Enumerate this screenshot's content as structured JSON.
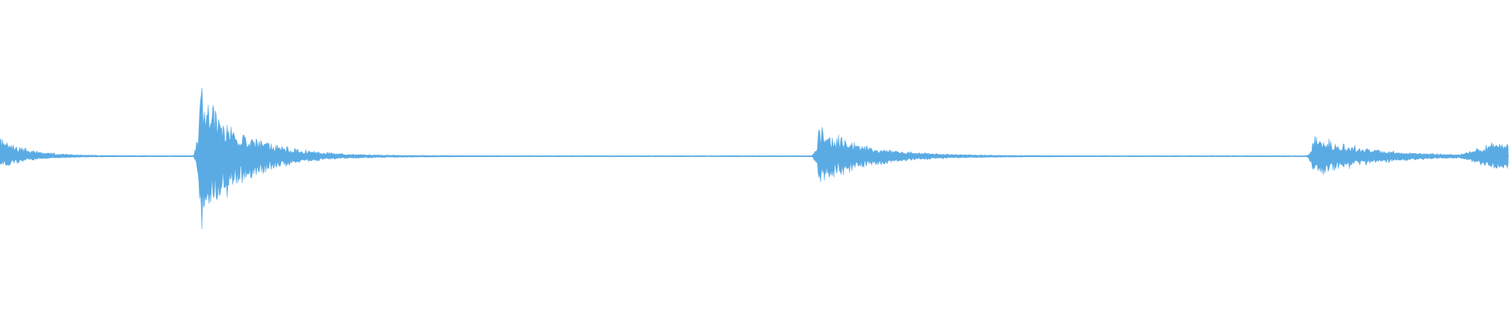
{
  "waveform": {
    "color": "#5aabe4",
    "background": "#ffffff",
    "baseline_amplitude": 0.006,
    "events": [
      {
        "time": 0.0,
        "peak_up": 0.25,
        "peak_down": 0.16,
        "decay": 0.018
      },
      {
        "time": 0.132,
        "peak_up": 0.93,
        "peak_down": 0.94,
        "decay": 0.028
      },
      {
        "time": 0.542,
        "peak_up": 0.4,
        "peak_down": 0.42,
        "decay": 0.03
      },
      {
        "time": 0.87,
        "peak_up": 0.27,
        "peak_down": 0.3,
        "decay": 0.036
      }
    ],
    "rising_tail": {
      "start": 0.968,
      "end": 1.0,
      "peak_up": 0.16,
      "peak_down": 0.15
    }
  }
}
